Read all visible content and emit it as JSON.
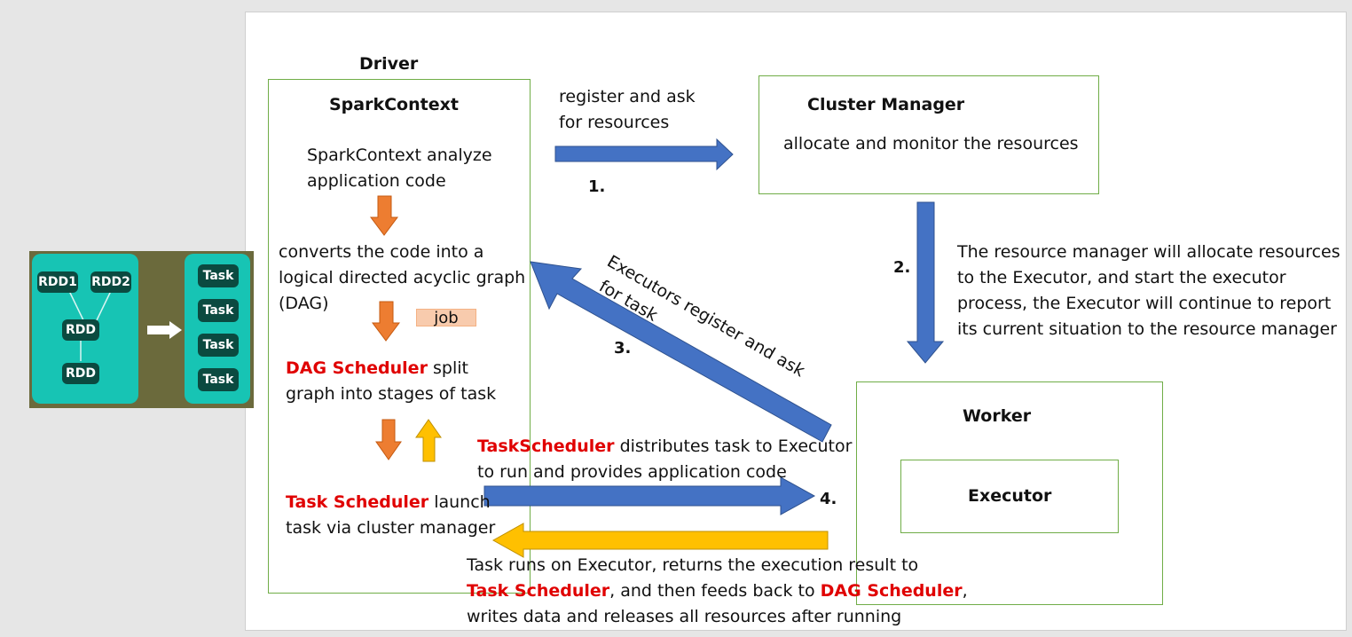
{
  "driver": {
    "title": "Driver",
    "context_title": "SparkContext",
    "step_analyze": [
      "SparkContext analyze",
      "application code"
    ],
    "step_convert": [
      "converts the code into a",
      "logical directed acyclic graph",
      "(DAG)"
    ],
    "job_label": "job",
    "dag_scheduler": {
      "name": "DAG Scheduler",
      "rest_line1": " split",
      "line2": "graph into stages of task"
    },
    "task_scheduler": {
      "name": "Task Scheduler",
      "rest_line1": " launch",
      "line2": "task via cluster manager"
    }
  },
  "cluster_manager": {
    "title": "Cluster Manager",
    "desc": "allocate and monitor the resources"
  },
  "worker": {
    "title": "Worker",
    "executor": "Executor"
  },
  "edges": {
    "e1": {
      "label_lines": [
        "register and ask",
        "for resources"
      ],
      "number": "1."
    },
    "e2": {
      "number": "2.",
      "label_lines": [
        "The resource manager will allocate resources",
        "to the Executor, and start the executor",
        "process, the Executor will continue to report",
        "its current situation to the resource manager"
      ]
    },
    "e3": {
      "number": "3.",
      "label_lines": [
        "Executors register and ask",
        "for task"
      ]
    },
    "e4": {
      "number": "4.",
      "scheduler_name": "TaskScheduler",
      "rest_line1": " distributes task to Executor",
      "line2": "to run and provides application code"
    },
    "return": {
      "line1": "Task runs on Executor, returns the execution result to",
      "task_scheduler": "Task Scheduler",
      "mid": ", and then feeds back to ",
      "dag_scheduler": "DAG Scheduler",
      "end": ",",
      "line3": "writes data and releases all resources after running"
    }
  },
  "thumbnail": {
    "rdd_nodes": [
      "RDD1",
      "RDD2",
      "RDD",
      "RDD"
    ],
    "task_nodes": [
      "Task",
      "Task",
      "Task",
      "Task"
    ]
  },
  "colors": {
    "blue_arrow": "#4472c4",
    "orange_arrow": "#ed7d31",
    "yellow_arrow": "#ffc000",
    "box_border": "#70ad47",
    "highlight_text": "#e00000",
    "thumb_background": "#6b6a3c",
    "thumb_panel": "#17c4b4",
    "thumb_node": "#0b4a40"
  }
}
